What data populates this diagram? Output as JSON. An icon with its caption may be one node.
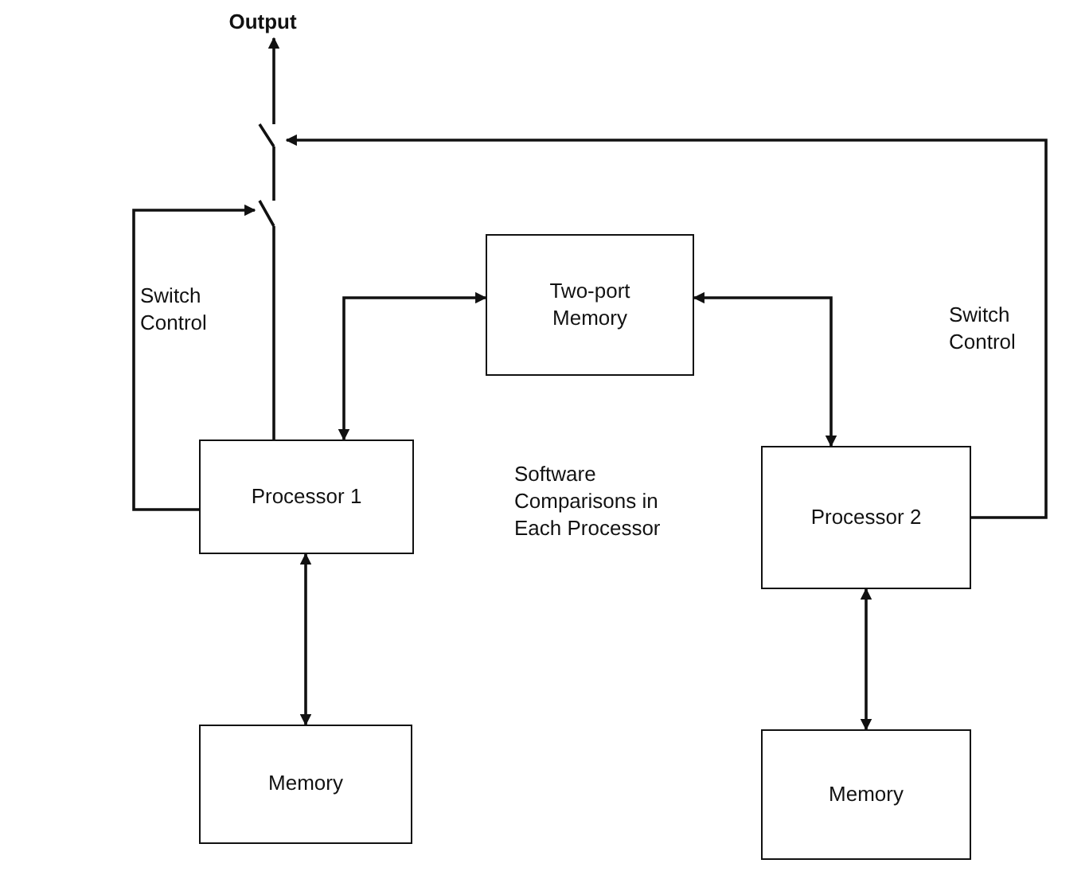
{
  "diagram": {
    "nodes": [
      {
        "text": [
          "Output"
        ]
      },
      {
        "text": [],
        "shape": "switch"
      },
      {
        "text": [],
        "shape": "switch"
      },
      {
        "text": [
          "Two-port Memory"
        ]
      },
      {
        "text": [
          "Processor 1"
        ]
      },
      {
        "text": [
          "Processor 2"
        ]
      },
      {
        "text": [
          "Memory"
        ]
      },
      {
        "text": [
          "Memory"
        ]
      }
    ],
    "edges": [
      {
        "from": 1,
        "to": 0,
        "arrow": "to"
      },
      {
        "from": 2,
        "to": 1,
        "arrow": "none"
      },
      {
        "from": 4,
        "to": 2,
        "arrow": "none"
      },
      {
        "from": 4,
        "to": 2,
        "arrow": "to",
        "label": "Switch Control"
      },
      {
        "from": 5,
        "to": 1,
        "arrow": "to",
        "label": "Switch Control"
      },
      {
        "from": 4,
        "to": 3,
        "arrow": "both"
      },
      {
        "from": 3,
        "to": 5,
        "arrow": "both"
      },
      {
        "from": 4,
        "to": 6,
        "arrow": "both"
      },
      {
        "from": 5,
        "to": 7,
        "arrow": "both"
      }
    ],
    "labels": [
      "Software Comparisons in Each Processor"
    ]
  }
}
